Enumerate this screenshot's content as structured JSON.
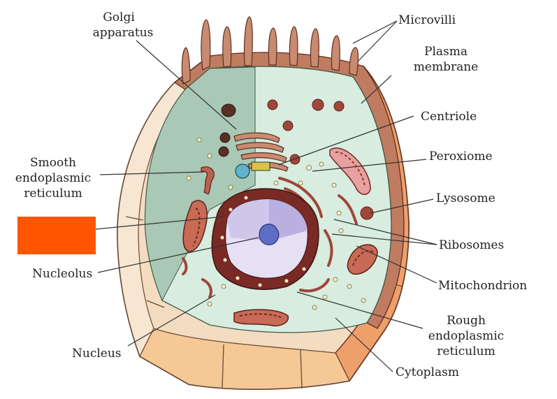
{
  "labels": {
    "golgi_line1": "Golgi",
    "golgi_line2": "apparatus",
    "microvilli": "Microvilli",
    "plasma_line1": "Plasma",
    "plasma_line2": "membrane",
    "centriole": "Centriole",
    "peroxiome": "Peroxiome",
    "lysosome": "Lysosome",
    "ribosomes": "Ribosomes",
    "mitochondrion": "Mitochondrion",
    "rough_line1": "Rough",
    "rough_line2": "endoplasmic",
    "rough_line3": "reticulum",
    "cytoplasm": "Cytoplasm",
    "nucleus": "Nucleus",
    "nucleolus": "Nucleolus",
    "smooth_line1": "Smooth",
    "smooth_line2": "endoplasmic",
    "smooth_line3": "reticulum"
  },
  "colors": {
    "redaction_box": "#ff5500",
    "cytoplasm_fill": "#d8ece0",
    "membrane_brown": "#b56a50",
    "outer_tan": "#f3dcc0",
    "mito_red": "#a8463a",
    "nucleus_purple": "#8f8fd0"
  }
}
